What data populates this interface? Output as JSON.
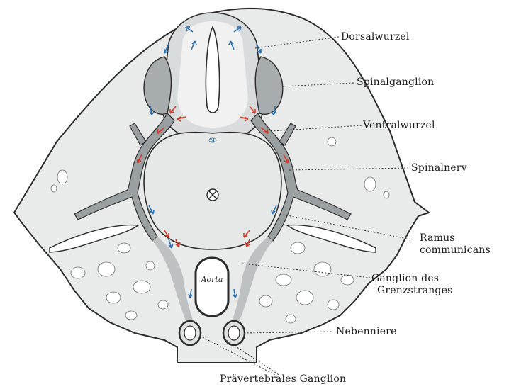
{
  "figure": {
    "background": "#ffffff",
    "tissue_fill": "#e9ebea",
    "nerve_fill": "#9a9fa2",
    "ganglion_fill": "#a7acae",
    "outline_color": "#2b2b2b",
    "arrow_colors": {
      "afferent": "#2a6fb0",
      "efferent": "#d23a2a"
    },
    "center_symbol": "⊗",
    "aorta_label": "Aorta"
  },
  "labels": {
    "dorsalwurzel": "Dorsalwurzel",
    "spinalganglion": "Spinalganglion",
    "ventralwurzel": "Ventralwurzel",
    "spinalnerv": "Spinalnerv",
    "ramus_line1": "Ramus",
    "ramus_line2": "communicans",
    "grenzstrang_line1": "Ganglion des",
    "grenzstrang_line2": "Grenzstranges",
    "nebenniere": "Nebenniere",
    "praevertebral": "Prävertebrales Ganglion"
  }
}
